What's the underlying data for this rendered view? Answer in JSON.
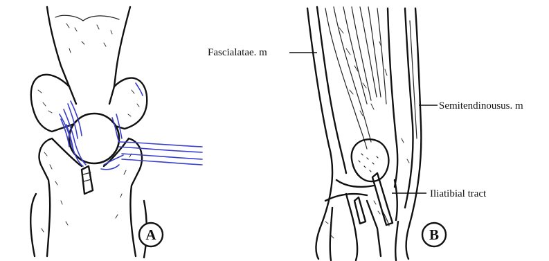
{
  "panels": {
    "a": {
      "badge": "A"
    },
    "b": {
      "badge": "B",
      "labels": {
        "fascialatae": "Fascialatae. m",
        "semitendinousus": "Semitendinousus. m",
        "iliatibial": "Iliatibial tract"
      }
    }
  },
  "colors": {
    "ink": "#111111",
    "tendon_graft": "#3a3fc9",
    "background": "#ffffff"
  }
}
